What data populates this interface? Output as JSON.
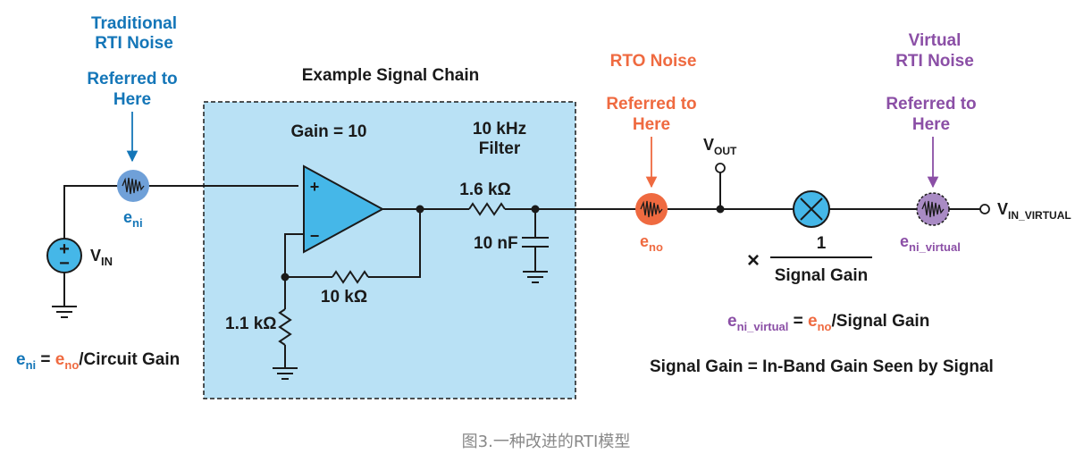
{
  "colors": {
    "blue": "#1476b8",
    "orange": "#ef6a40",
    "purple": "#8b4fa6",
    "black": "#1a1a1a",
    "chain_fill": "#b9e1f5",
    "opamp_fill": "#45b7e8",
    "caption": "#888888"
  },
  "rti_traditional": {
    "title_line1": "Traditional",
    "title_line2": "RTI Noise",
    "ref_line1": "Referred to",
    "ref_line2": "Here",
    "node_main": "e",
    "node_sub": "ni"
  },
  "source": {
    "label_main": "V",
    "label_sub": "IN",
    "plus": "+",
    "minus": "−"
  },
  "chain": {
    "title": "Example Signal Chain",
    "gain_label": "Gain = 10",
    "filter_line1": "10 kHz",
    "filter_line2": "Filter",
    "opamp_plus": "+",
    "opamp_minus": "−",
    "r_series": "1.6 kΩ",
    "c_shunt": "10 nF",
    "r_feedback": "10 kΩ",
    "r_ground": "1.1 kΩ"
  },
  "rto": {
    "title": "RTO Noise",
    "ref_line1": "Referred to",
    "ref_line2": "Here",
    "node_main": "e",
    "node_sub": "no"
  },
  "vout": {
    "main": "V",
    "sub": "OUT"
  },
  "multiplier": {
    "times": "×",
    "numerator": "1",
    "denominator": "Signal Gain"
  },
  "rti_virtual": {
    "title_line1": "Virtual",
    "title_line2": "RTI Noise",
    "ref_line1": "Referred to",
    "ref_line2": "Here",
    "node_main": "e",
    "node_sub": "ni_virtual"
  },
  "vin_virtual": {
    "main": "V",
    "sub": "IN_VIRTUAL"
  },
  "equations": {
    "eq1_lhs_main": "e",
    "eq1_lhs_sub": "ni",
    "eq1_eq": " = ",
    "eq1_rhs_main": "e",
    "eq1_rhs_sub": "no",
    "eq1_tail": "/Circuit Gain",
    "eq2_lhs_main": "e",
    "eq2_lhs_sub": "ni_virtual",
    "eq2_eq": " = ",
    "eq2_rhs_main": "e",
    "eq2_rhs_sub": "no",
    "eq2_tail": "/Signal Gain",
    "eq3": "Signal Gain = In-Band Gain Seen by Signal"
  },
  "caption": "图3.一种改进的RTI模型"
}
